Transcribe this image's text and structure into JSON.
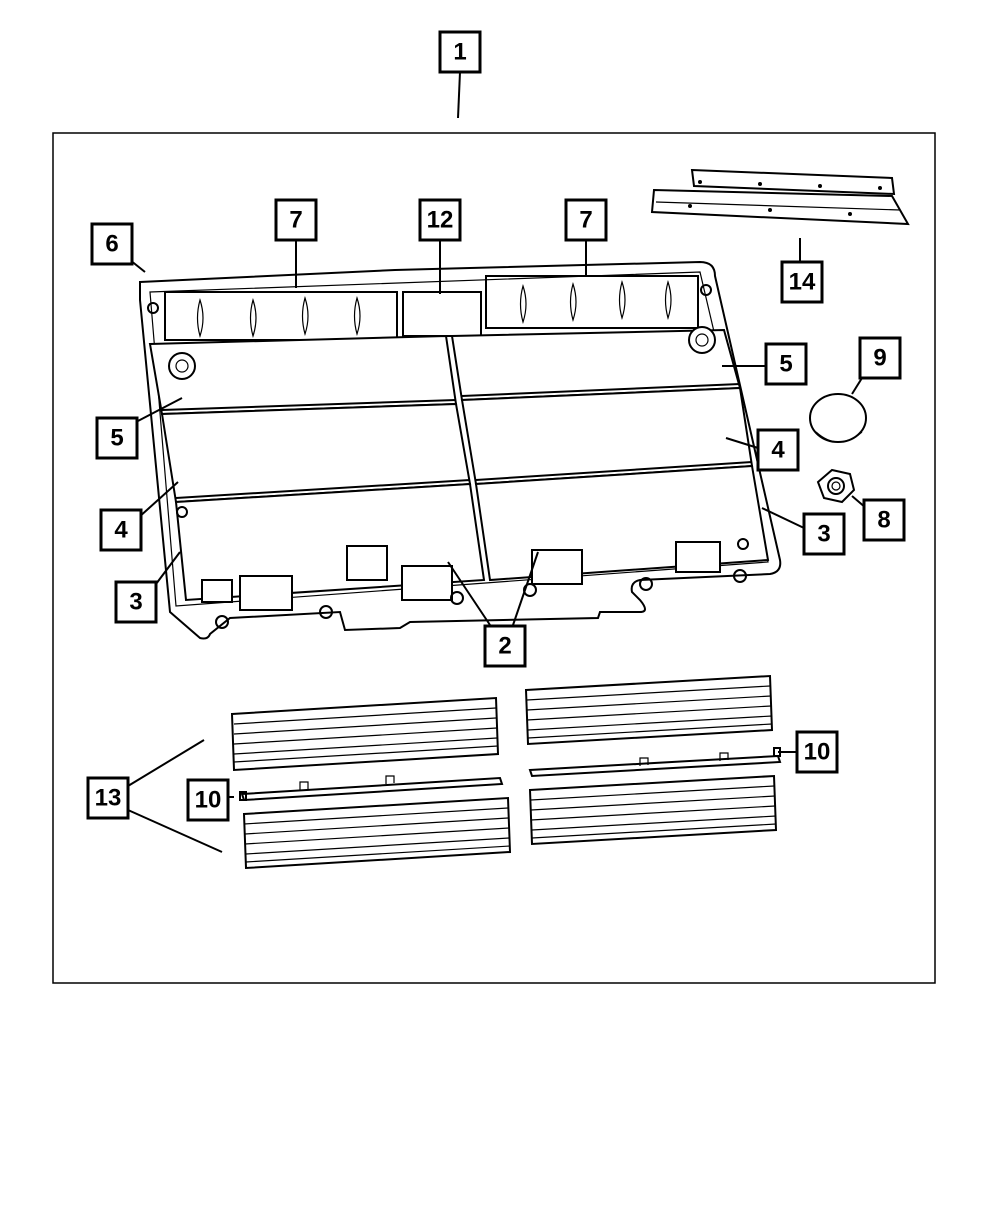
{
  "diagram": {
    "callouts": [
      {
        "id": "c1",
        "label": "1"
      },
      {
        "id": "c2",
        "label": "2"
      },
      {
        "id": "c3a",
        "label": "3"
      },
      {
        "id": "c3b",
        "label": "3"
      },
      {
        "id": "c4a",
        "label": "4"
      },
      {
        "id": "c4b",
        "label": "4"
      },
      {
        "id": "c5a",
        "label": "5"
      },
      {
        "id": "c5b",
        "label": "5"
      },
      {
        "id": "c6",
        "label": "6"
      },
      {
        "id": "c7a",
        "label": "7"
      },
      {
        "id": "c7b",
        "label": "7"
      },
      {
        "id": "c8",
        "label": "8"
      },
      {
        "id": "c9",
        "label": "9"
      },
      {
        "id": "c10a",
        "label": "10"
      },
      {
        "id": "c10b",
        "label": "10"
      },
      {
        "id": "c12",
        "label": "12"
      },
      {
        "id": "c13",
        "label": "13"
      },
      {
        "id": "c14",
        "label": "14"
      }
    ],
    "colors": {
      "line": "#000000",
      "background": "#ffffff"
    }
  }
}
